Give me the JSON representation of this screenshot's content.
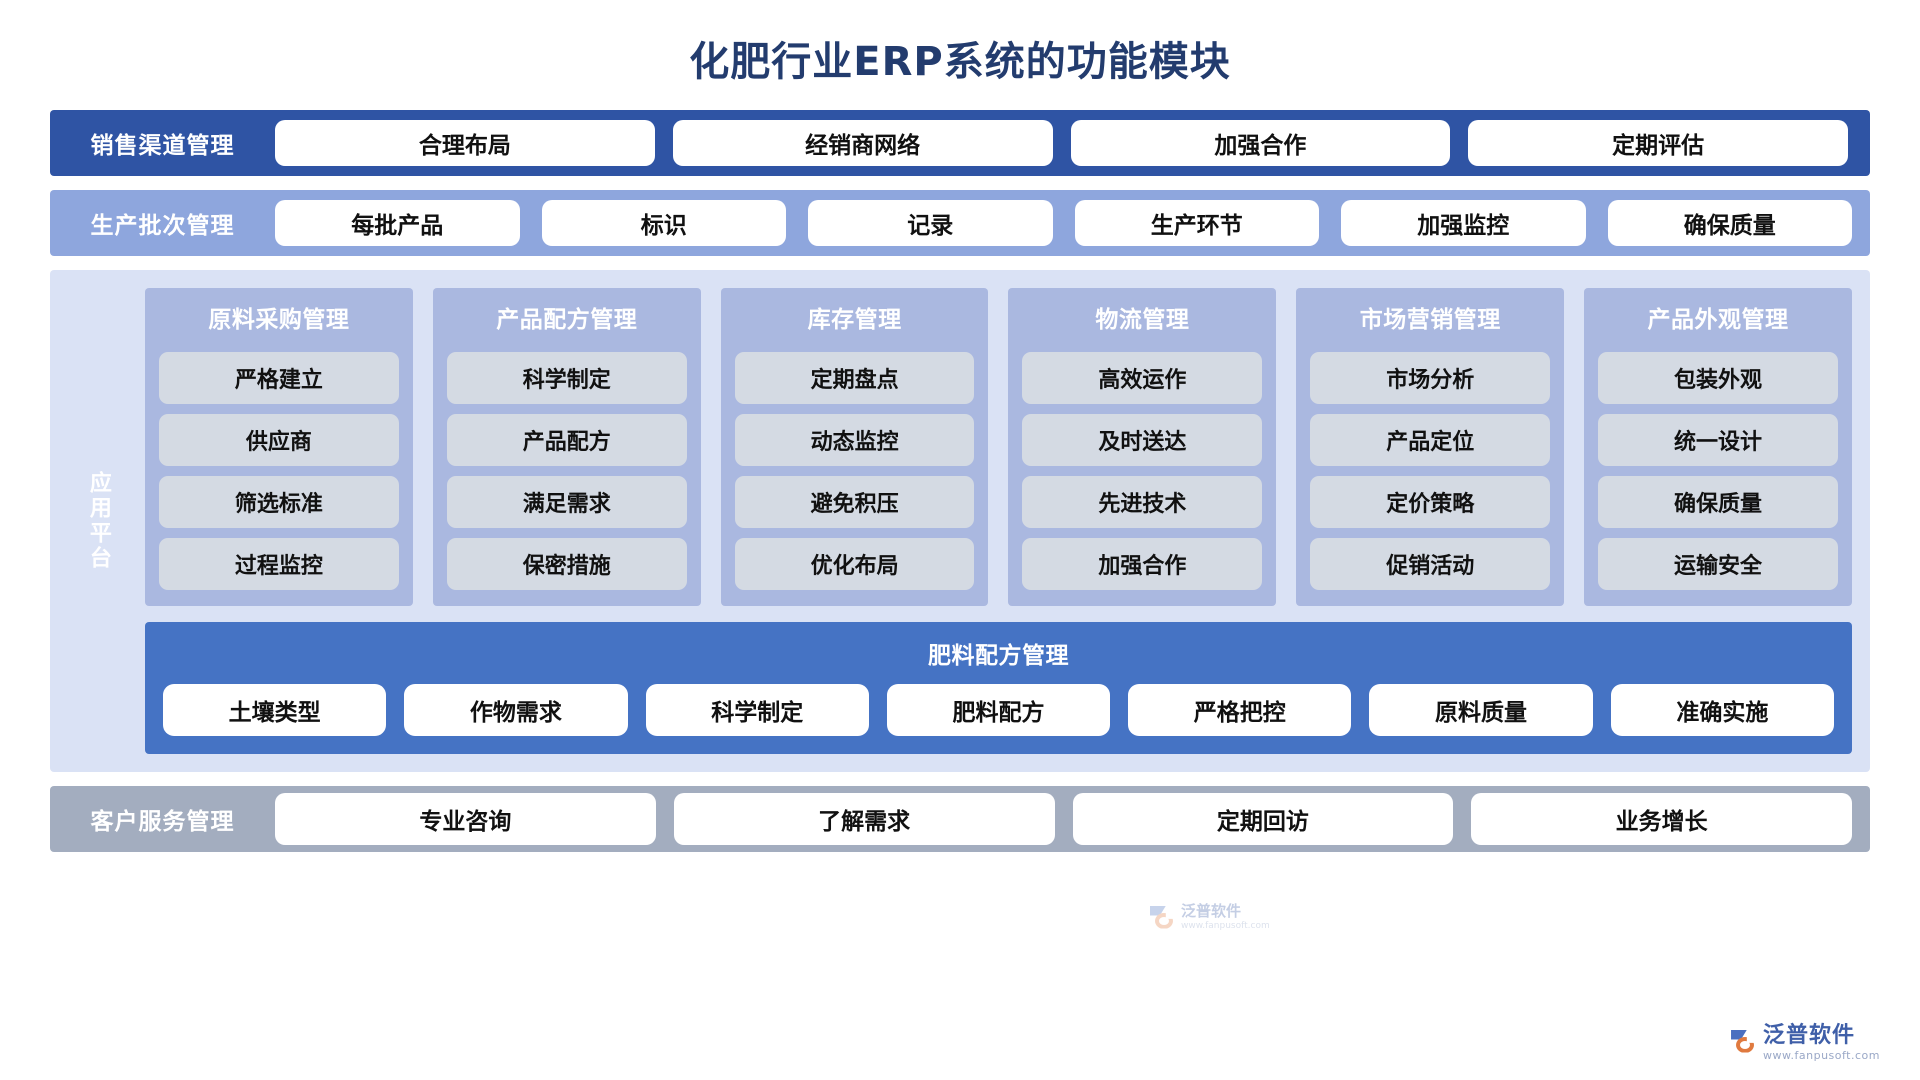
{
  "title": "化肥行业ERP系统的功能模块",
  "colors": {
    "title": "#233c6e",
    "sales_band": "#2f54a4",
    "batch_band": "#8ea6dd",
    "platform_bg": "#dae2f5",
    "column_bg": "#aab8e0",
    "chip_bg": "#d4dae3",
    "formula_bg": "#4573c4",
    "service_band": "#a3adbf"
  },
  "rows": {
    "sales": {
      "label": "销售渠道管理",
      "items": [
        "合理布局",
        "经销商网络",
        "加强合作",
        "定期评估"
      ]
    },
    "batch": {
      "label": "生产批次管理",
      "items": [
        "每批产品",
        "标识",
        "记录",
        "生产环节",
        "加强监控",
        "确保质量"
      ]
    },
    "service": {
      "label": "客户服务管理",
      "items": [
        "专业咨询",
        "了解需求",
        "定期回访",
        "业务增长"
      ]
    }
  },
  "platform": {
    "label": "应用平台",
    "columns": [
      {
        "title": "原料采购管理",
        "items": [
          "严格建立",
          "供应商",
          "筛选标准",
          "过程监控"
        ]
      },
      {
        "title": "产品配方管理",
        "items": [
          "科学制定",
          "产品配方",
          "满足需求",
          "保密措施"
        ]
      },
      {
        "title": "库存管理",
        "items": [
          "定期盘点",
          "动态监控",
          "避免积压",
          "优化布局"
        ]
      },
      {
        "title": "物流管理",
        "items": [
          "高效运作",
          "及时送达",
          "先进技术",
          "加强合作"
        ]
      },
      {
        "title": "市场营销管理",
        "items": [
          "市场分析",
          "产品定位",
          "定价策略",
          "促销活动"
        ]
      },
      {
        "title": "产品外观管理",
        "items": [
          "包装外观",
          "统一设计",
          "确保质量",
          "运输安全"
        ]
      }
    ],
    "formula": {
      "title": "肥料配方管理",
      "items": [
        "土壤类型",
        "作物需求",
        "科学制定",
        "肥料配方",
        "严格把控",
        "原料质量",
        "准确实施"
      ]
    }
  },
  "watermark": {
    "brand": "泛普软件",
    "url": "www.fanpusoft.com",
    "icon": "fanpu-logo-icon"
  }
}
